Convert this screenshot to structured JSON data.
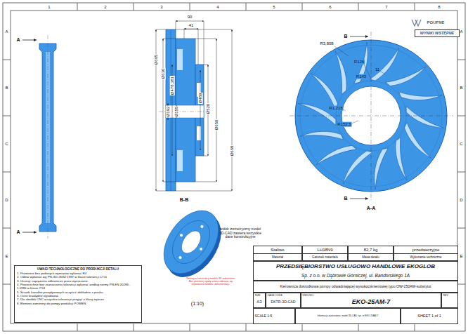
{
  "diagram": {
    "nodes": [
      {
        "text": [
          "UWAGI TECHNOLOGICZNE DO PRODUKCJI DETALU",
          "1. Promienie bez podanych wymiarów wykonać R4",
          "2. Odlew wykonać wg PN-ISO-8062:1997 w klasie tolerancji CT11",
          "3. Usunąć naprężenia odlewnicze przez wyżarzanie.",
          "4. Powierzchnie bez zaznaczonej tolerancji wykonać według normy PN-EN 20286 - 1:1996 w klasie IT14",
          "5. Ścianki kanałów przepływowych oczyścić dokładnie z piasku.",
          "6. Ostre krawędzie ogradować.",
          "7. Dla obróbki CNC wszystkie tolerancje przyjąć o klasę wyższe.",
          "8. Element zamienny do pompy produkcji POWEN."
        ]
      },
      {
        "text": [
          "WYNIKI WSTĘPNE"
        ]
      },
      {
        "text": [
          "Staliwo",
          "Materiał"
        ]
      },
      {
        "text": [
          "LH18N9",
          "Gatunek materiału"
        ]
      },
      {
        "text": [
          "82,7 kg",
          "Masa detalu"
        ]
      },
      {
        "text": [
          "przedwerzyjne",
          "Wykonanie techniczne"
        ]
      },
      {
        "text": [
          "PRZEDSIĘBIORSTWO USŁUGOWO HANDLOWE EKOGLOB",
          "Sp. z o.o. w Dąbrowie Górniczej, ul. Bandorskiego 1A"
        ]
      },
      {
        "text": [
          "Kierownica dośrodkowa pompy odwadniającej wysokociśnieniowej typu OW-250AM-substytut"
        ]
      },
      {
        "text": [
          "SIZE",
          "A3"
        ]
      },
      {
        "text": [
          "CAGE CODE",
          "DKTR-3D-CAD"
        ]
      },
      {
        "text": [
          "DWG NO.",
          "EKO-25AM-7"
        ]
      },
      {
        "text": [
          "REV"
        ]
      },
      {
        "text": [
          "SCALE 1:5"
        ]
      },
      {
        "text": [
          "Informacja zastrzeżona: model 3D-CAD, rys. nr EKO-25AM-7"
        ]
      },
      {
        "text": [
          "SHEET 1 of 1"
        ]
      }
    ],
    "labels": [
      "1",
      "2",
      "3",
      "4",
      "5",
      "6",
      "7",
      "8",
      "A",
      "B",
      "C",
      "D",
      "E",
      "A",
      "B",
      "C",
      "D",
      "E",
      "A",
      "A",
      "90",
      "41",
      "Ø665",
      "Ø630",
      "Ø478,381",
      "Ø192",
      "Ø155",
      "Ø489",
      "Ø520",
      "Ø650",
      "Ø668",
      "B-B",
      "B",
      "R3,808",
      "R126",
      "11",
      "R143",
      "R1,218",
      "R152,5",
      "B",
      "A-A",
      "widok izometryczny model 3D-CAD zawiera wszystkie dane konstrukcyjne",
      "Zmiany w konstrukcji modelu 3D zabronione. Bez pisemnej zgody autora zabrania się kopiowania modelu i dokumentacji.",
      "(1:10)",
      "POUFNE"
    ]
  }
}
